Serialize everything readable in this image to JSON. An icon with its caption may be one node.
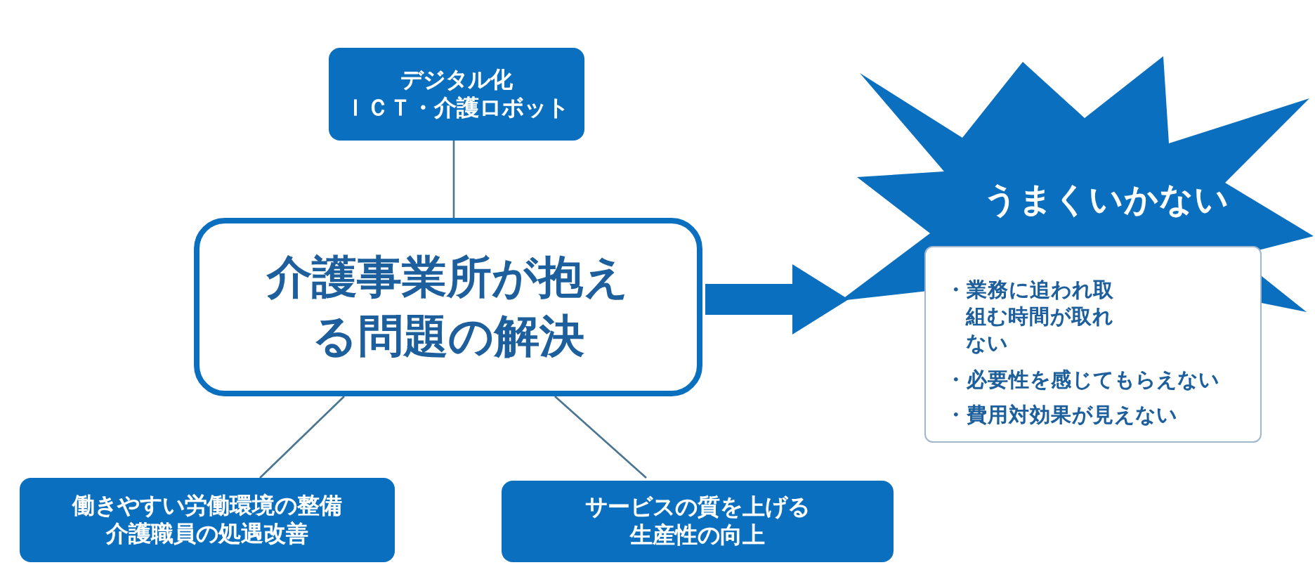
{
  "diagram": {
    "nodes": [
      {
        "text": [
          "デジタル化",
          "ＩＣＴ・介護ロボット"
        ]
      },
      {
        "text": [
          "介護事業所が抱える問題の解決"
        ]
      },
      {
        "text": [
          "働きやすい労働環境の整備",
          "介護職員の処遇改善"
        ]
      },
      {
        "text": [
          "サービスの質を上げる",
          "生産性の向上"
        ]
      },
      {
        "text": [
          "うまくいかない"
        ]
      },
      {
        "text": [
          "・業務に追われ取組む時間が取れない",
          "・必要性を感じてもらえない",
          "・費用対効果が見えない"
        ]
      }
    ],
    "edges": [
      {
        "from": 0,
        "to": 1,
        "arrow": "none"
      },
      {
        "from": 1,
        "to": 2,
        "arrow": "none"
      },
      {
        "from": 1,
        "to": 3,
        "arrow": "none"
      },
      {
        "from": 1,
        "to": 4,
        "arrow": "to",
        "style": "thick"
      }
    ]
  }
}
